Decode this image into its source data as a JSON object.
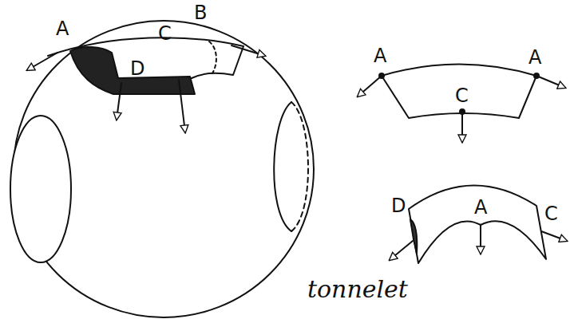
{
  "diagram": {
    "labels": [
      "A",
      "B",
      "C",
      "D",
      "A",
      "A",
      "C",
      "D",
      "A",
      "C",
      "tonnelet"
    ]
  }
}
